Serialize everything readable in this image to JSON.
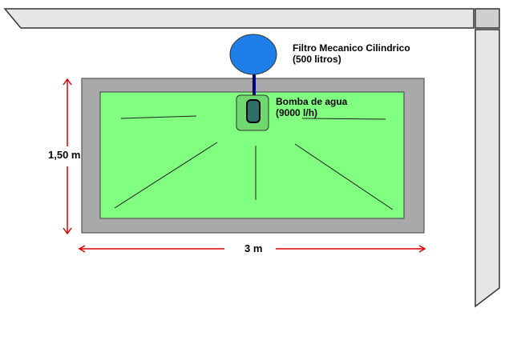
{
  "filter": {
    "title": "Filtro Mecanico Cilindrico",
    "capacity": "(500 litros)",
    "color": "#1e7fe8"
  },
  "pump": {
    "title": "Bomba de agua",
    "flow": "(9000 l/h)",
    "color": "#2f6f6a"
  },
  "pond": {
    "water_color": "#80ff80",
    "border_color": "#a9a9a9"
  },
  "dimensions": {
    "height": "1,50 m",
    "width": "3 m",
    "arrow_color": "#e00000"
  },
  "wall": {
    "color": "#e6e6e6"
  },
  "pipe": {
    "color": "#000080"
  }
}
